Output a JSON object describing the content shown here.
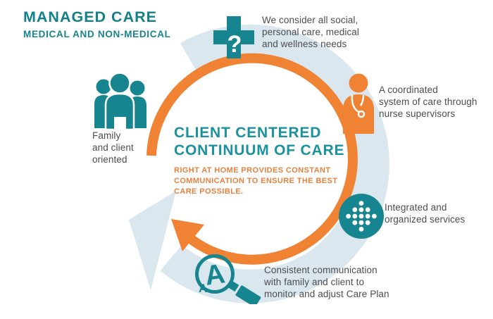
{
  "header": {
    "title": "MANAGED CARE",
    "subtitle": "MEDICAL AND NON-MEDICAL"
  },
  "center": {
    "title_lines": [
      "CLIENT CENTERED",
      "CONTINUUM OF CARE"
    ],
    "subtitle_lines": [
      "RIGHT AT HOME PROVIDES CONSTANT",
      "COMMUNICATION TO ENSURE THE BEST",
      "CARE POSSIBLE."
    ]
  },
  "nodes": [
    {
      "id": "needs",
      "icon": "medical-cross-question-icon",
      "icon_glyph": "?",
      "lines": [
        "We consider all social,",
        "personal care, medical",
        "and wellness needs"
      ]
    },
    {
      "id": "nurse",
      "icon": "nurse-icon",
      "lines": [
        "A coordinated",
        "system of care through",
        "nurse supervisors"
      ]
    },
    {
      "id": "services",
      "icon": "dots-cluster-icon",
      "lines": [
        "Integrated and",
        "organized services"
      ]
    },
    {
      "id": "communication",
      "icon": "magnifier-a-icon",
      "lens_letter": "A",
      "background_letter": "A",
      "lines": [
        "Consistent communication",
        "with family and client to",
        "monitor and adjust Care Plan"
      ]
    },
    {
      "id": "family",
      "icon": "family-group-icon",
      "lines": [
        "Family",
        "and client",
        "oriented"
      ]
    }
  ],
  "colors": {
    "teal": "#17858F",
    "teal_title": "#14808A",
    "teal_center_text": "#1B929E",
    "orange": "#F08233",
    "orange_text": "#E8813F",
    "gray_text": "#4D4D4F",
    "pale_blue": "#DAE7EE"
  }
}
